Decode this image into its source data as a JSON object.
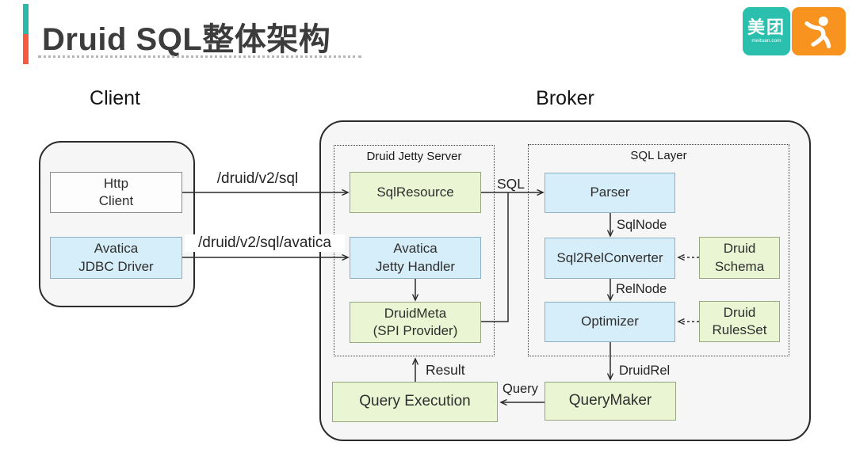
{
  "header": {
    "title": "Druid SQL整体架构",
    "logo": {
      "name_cn": "美团",
      "domain": "meituan.com"
    }
  },
  "groups": {
    "client": "Client",
    "broker": "Broker",
    "jetty": "Druid Jetty Server",
    "sql_layer": "SQL Layer"
  },
  "nodes": {
    "http_client": "Http\nClient",
    "avatica_jdbc": "Avatica\nJDBC Driver",
    "sql_resource": "SqlResource",
    "avatica_jetty": "Avatica\nJetty Handler",
    "druid_meta": "DruidMeta\n(SPI Provider)",
    "parser": "Parser",
    "sql2rel": "Sql2RelConverter",
    "optimizer": "Optimizer",
    "druid_schema": "Druid\nSchema",
    "druid_rulesset": "Druid\nRulesSet",
    "query_execution": "Query Execution",
    "query_maker": "QueryMaker"
  },
  "edges": {
    "http_url": "/druid/v2/sql",
    "avatica_url": "/druid/v2/sql/avatica",
    "sql": "SQL",
    "sqlnode": "SqlNode",
    "relnode": "RelNode",
    "druidrel": "DruidRel",
    "query": "Query",
    "result": "Result"
  },
  "colors": {
    "brand_teal": "#2bbfae",
    "brand_orange": "#f7931e",
    "accent_teal": "#2ab9a9",
    "accent_red": "#f85a40",
    "node_green": "#eaf6d3",
    "node_blue": "#d6eef9"
  }
}
